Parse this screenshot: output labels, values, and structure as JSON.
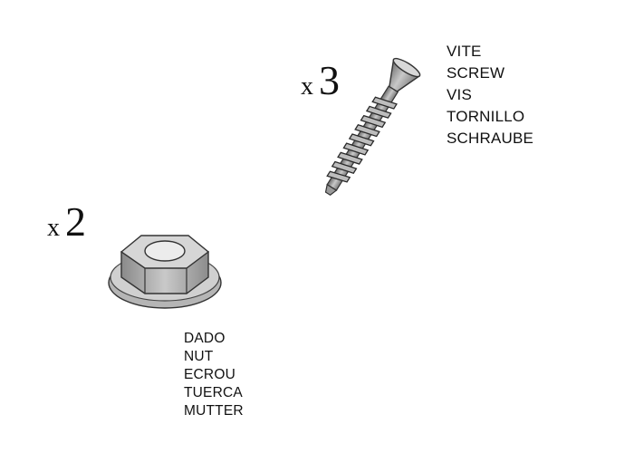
{
  "screw": {
    "quantity_prefix": "x",
    "quantity": "3",
    "labels": [
      "VITE",
      "SCREW",
      "VIS",
      "TORNILLO",
      "SCHRAUBE"
    ]
  },
  "nut": {
    "quantity_prefix": "x",
    "quantity": "2",
    "labels": [
      "DADO",
      "NUT",
      "ECROU",
      "TUERCA",
      "MUTTER"
    ]
  }
}
